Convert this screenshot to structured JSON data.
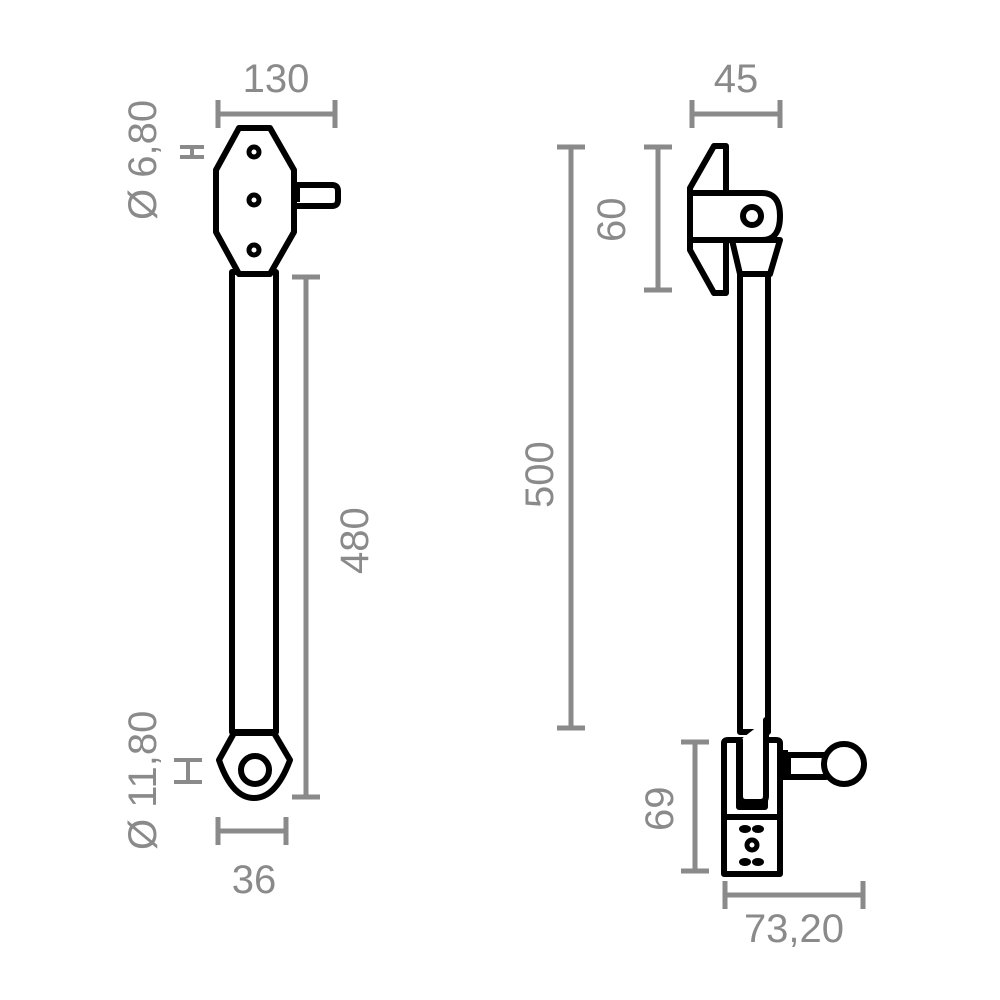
{
  "colors": {
    "dimension": "#8a8a8a",
    "outline": "#000000",
    "background": "#ffffff"
  },
  "front_view": {
    "dims": {
      "top_width": "130",
      "hole_diameter_top": "Ø 6,80",
      "length": "480",
      "hole_diameter_bottom": "Ø 11,80",
      "bottom_width": "36"
    }
  },
  "side_view": {
    "dims": {
      "top_width": "45",
      "top_height": "60",
      "total_length": "500",
      "bottom_height": "69",
      "bottom_width": "73,20"
    }
  }
}
